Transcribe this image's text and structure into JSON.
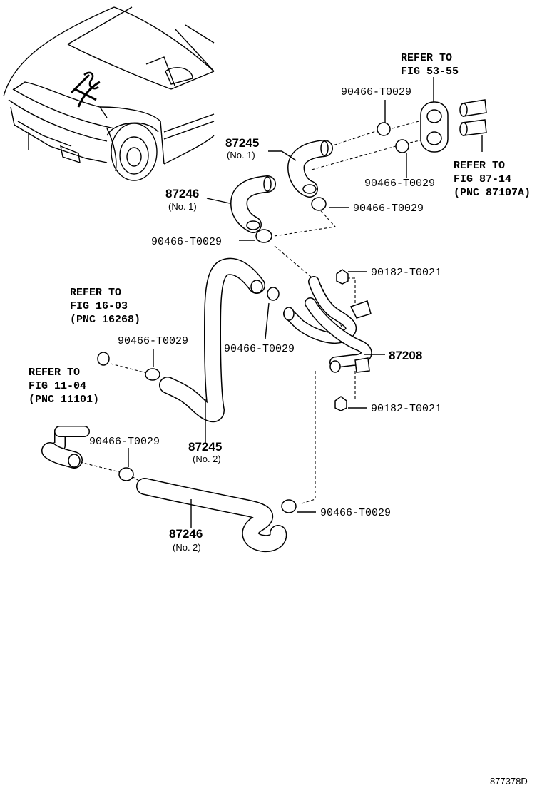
{
  "labels": {
    "refer_53": [
      "REFER TO",
      "FIG 53-55"
    ],
    "refer_87": [
      "REFER TO",
      "FIG 87-14",
      "(PNC 87107A)"
    ],
    "refer_16": [
      "REFER TO",
      "FIG 16-03",
      "(PNC 16268)"
    ],
    "refer_11": [
      "REFER TO",
      "FIG 11-04",
      "(PNC 11101)"
    ],
    "clamp_a": "90466-T0029",
    "clamp_b": "90466-T0029",
    "clamp_c": "90466-T0029",
    "clamp_d": "90466-T0029",
    "clamp_e": "90466-T0029",
    "clamp_f": "90466-T0029",
    "clamp_g": "90466-T0029",
    "clamp_h": "90466-T0029",
    "bolt_upper": "90182-T0021",
    "bolt_lower": "90182-T0021",
    "pipe": "87208",
    "hose_87245_no1": "87245",
    "hose_87245_no1_sub": "(No. 1)",
    "hose_87246_no1": "87246",
    "hose_87246_no1_sub": "(No. 1)",
    "hose_87245_no2": "87245",
    "hose_87245_no2_sub": "(No. 2)",
    "hose_87246_no2": "87246",
    "hose_87246_no2_sub": "(No. 2)"
  },
  "figure_id": "877378D",
  "icons": {
    "vehicle": "vehicle-front-icon",
    "clamp": "hose-clamp-icon",
    "bolt": "flange-bolt-icon",
    "grommet": "grommet-icon"
  }
}
